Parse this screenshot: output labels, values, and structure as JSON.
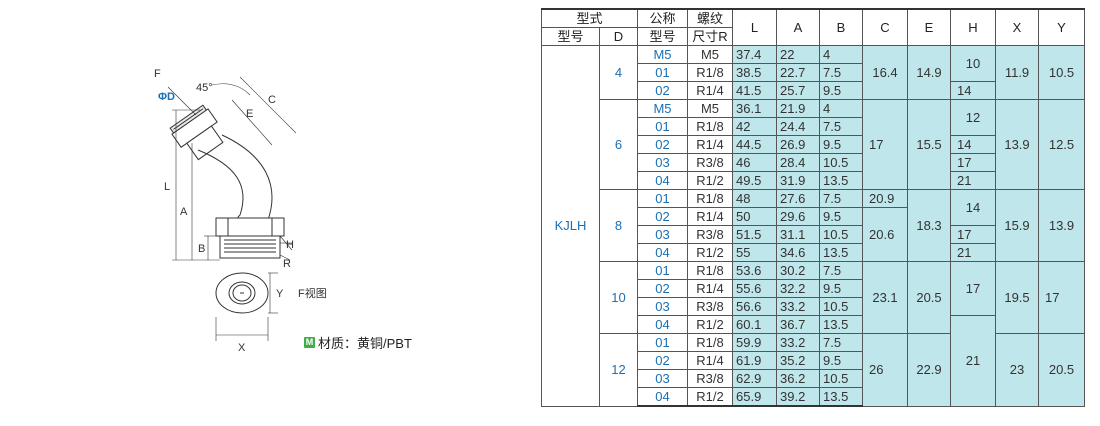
{
  "drawing": {
    "labels": {
      "F": "F",
      "phiD": "ΦD",
      "angle": "45°",
      "C": "C",
      "E": "E",
      "L": "L",
      "A": "A",
      "B": "B",
      "H": "H",
      "R": "R",
      "Y": "Y",
      "X": "X",
      "fview": "F视图"
    }
  },
  "material": {
    "badge": "M",
    "text": "材质：黄铜/PBT"
  },
  "table": {
    "header": {
      "type": "型式",
      "model": "型号",
      "D": "D",
      "nominal_1": "公称",
      "nominal_2": "型号",
      "thread_1": "螺纹",
      "thread_2": "尺寸R",
      "L": "L",
      "A": "A",
      "B": "B",
      "C": "C",
      "E": "E",
      "H": "H",
      "X": "X",
      "Y": "Y"
    },
    "model_name": "KJLH",
    "groups": [
      {
        "D": "4",
        "rows": [
          {
            "code": "M5",
            "R": "M5",
            "L": "37.4",
            "A": "22",
            "B": "4"
          },
          {
            "code": "01",
            "R": "R1/8",
            "L": "38.5",
            "A": "22.7",
            "B": "7.5"
          },
          {
            "code": "02",
            "R": "R1/4",
            "L": "41.5",
            "A": "25.7",
            "B": "9.5"
          }
        ],
        "C": "16.4",
        "E": "14.9",
        "H1": "10",
        "H2": "14",
        "X": "11.9",
        "Y": "10.5"
      },
      {
        "D": "6",
        "rows": [
          {
            "code": "M5",
            "R": "M5",
            "L": "36.1",
            "A": "21.9",
            "B": "4"
          },
          {
            "code": "01",
            "R": "R1/8",
            "L": "42",
            "A": "24.4",
            "B": "7.5"
          },
          {
            "code": "02",
            "R": "R1/4",
            "L": "44.5",
            "A": "26.9",
            "B": "9.5"
          },
          {
            "code": "03",
            "R": "R3/8",
            "L": "46",
            "A": "28.4",
            "B": "10.5"
          },
          {
            "code": "04",
            "R": "R1/2",
            "L": "49.5",
            "A": "31.9",
            "B": "13.5"
          }
        ],
        "C": "17",
        "E": "15.5",
        "H1": "12",
        "H2": "14",
        "H3": "17",
        "H4": "21",
        "X": "13.9",
        "Y": "12.5"
      },
      {
        "D": "8",
        "rows": [
          {
            "code": "01",
            "R": "R1/8",
            "L": "48",
            "A": "27.6",
            "B": "7.5"
          },
          {
            "code": "02",
            "R": "R1/4",
            "L": "50",
            "A": "29.6",
            "B": "9.5"
          },
          {
            "code": "03",
            "R": "R3/8",
            "L": "51.5",
            "A": "31.1",
            "B": "10.5"
          },
          {
            "code": "04",
            "R": "R1/2",
            "L": "55",
            "A": "34.6",
            "B": "13.5"
          }
        ],
        "C1": "20.9",
        "C2": "20.6",
        "E": "18.3",
        "H1": "14",
        "H2": "17",
        "H3": "21",
        "X": "15.9",
        "Y": "13.9"
      },
      {
        "D": "10",
        "rows": [
          {
            "code": "01",
            "R": "R1/8",
            "L": "53.6",
            "A": "30.2",
            "B": "7.5"
          },
          {
            "code": "02",
            "R": "R1/4",
            "L": "55.6",
            "A": "32.2",
            "B": "9.5"
          },
          {
            "code": "03",
            "R": "R3/8",
            "L": "56.6",
            "A": "33.2",
            "B": "10.5"
          },
          {
            "code": "04",
            "R": "R1/2",
            "L": "60.1",
            "A": "36.7",
            "B": "13.5"
          }
        ],
        "C": "23.1",
        "E": "20.5",
        "H1": "17",
        "X": "19.5",
        "Y": "17"
      },
      {
        "D": "12",
        "rows": [
          {
            "code": "01",
            "R": "R1/8",
            "L": "59.9",
            "A": "33.2",
            "B": "7.5"
          },
          {
            "code": "02",
            "R": "R1/4",
            "L": "61.9",
            "A": "35.2",
            "B": "9.5"
          },
          {
            "code": "03",
            "R": "R3/8",
            "L": "62.9",
            "A": "36.2",
            "B": "10.5"
          },
          {
            "code": "04",
            "R": "R1/2",
            "L": "65.9",
            "A": "39.2",
            "B": "13.5"
          }
        ],
        "C": "26",
        "E": "22.9",
        "H1": "21",
        "X": "23",
        "Y": "20.5"
      }
    ]
  }
}
